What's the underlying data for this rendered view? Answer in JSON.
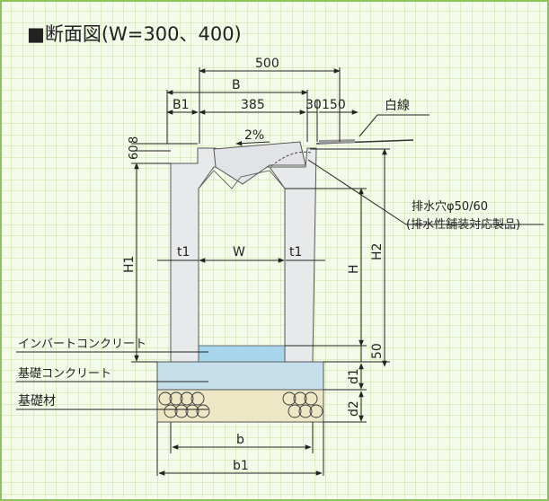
{
  "title": "■断面図(W=300、400)",
  "dimensions": {
    "top_width": "500",
    "b_label": "B",
    "b1_label": "B1",
    "inner_top": "385",
    "gap_30": "30",
    "gap_150": "150",
    "slope": "2%",
    "h60": "60",
    "h8": "8",
    "h1": "H1",
    "h": "H",
    "h2": "H2",
    "t1_left": "t1",
    "w": "W",
    "t1_right": "t1",
    "h50": "50",
    "d1": "d1",
    "d2": "d2",
    "b_bottom": "b",
    "b1_bottom": "b1"
  },
  "labels": {
    "white_line": "白線",
    "drain_hole": "排水穴φ50/60",
    "drain_note": "(排水性舗装対応製品)",
    "invert_concrete": "インバートコンクリート",
    "base_concrete": "基礎コンクリート",
    "base_material": "基礎材"
  },
  "colors": {
    "grid_bg": "#f4fbe6",
    "grid_line": "#b9dd8a",
    "concrete": "#e9eaec",
    "invert": "#a9d7ec",
    "base_concrete": "#c7e1ec",
    "base_material": "#ece6c4",
    "frame": "#7ab648"
  }
}
